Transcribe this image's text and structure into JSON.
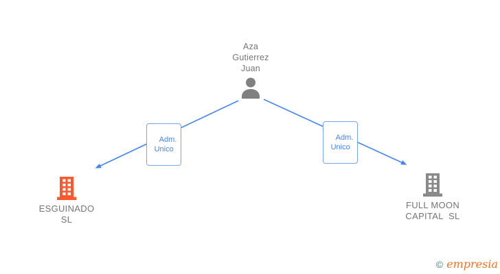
{
  "person": {
    "name": "Aza\nGutierrez\nJuan"
  },
  "edges": [
    {
      "label": "Adm.\nUnico",
      "from": "Aza Gutierrez Juan",
      "to": "ESGUINADO SL"
    },
    {
      "label": "Adm.\nUnico",
      "from": "Aza Gutierrez Juan",
      "to": "FULL MOON CAPITAL SL"
    }
  ],
  "companies": [
    {
      "name": "ESGUINADO\nSL",
      "icon_color": "#fa582e"
    },
    {
      "name": "FULL MOON\nCAPITAL  SL",
      "icon_color": "#8a8a8a"
    }
  ],
  "logo": {
    "copyright": "©",
    "brand": "empresia"
  },
  "colors": {
    "edge_blue": "#4285f4",
    "edge_label_border": "#74a6f8",
    "node_text_gray": "#757575",
    "person_icon_gray": "#808080",
    "logo_teal": "#45808f",
    "logo_orange": "#ee7423",
    "background": "#ffffff"
  }
}
